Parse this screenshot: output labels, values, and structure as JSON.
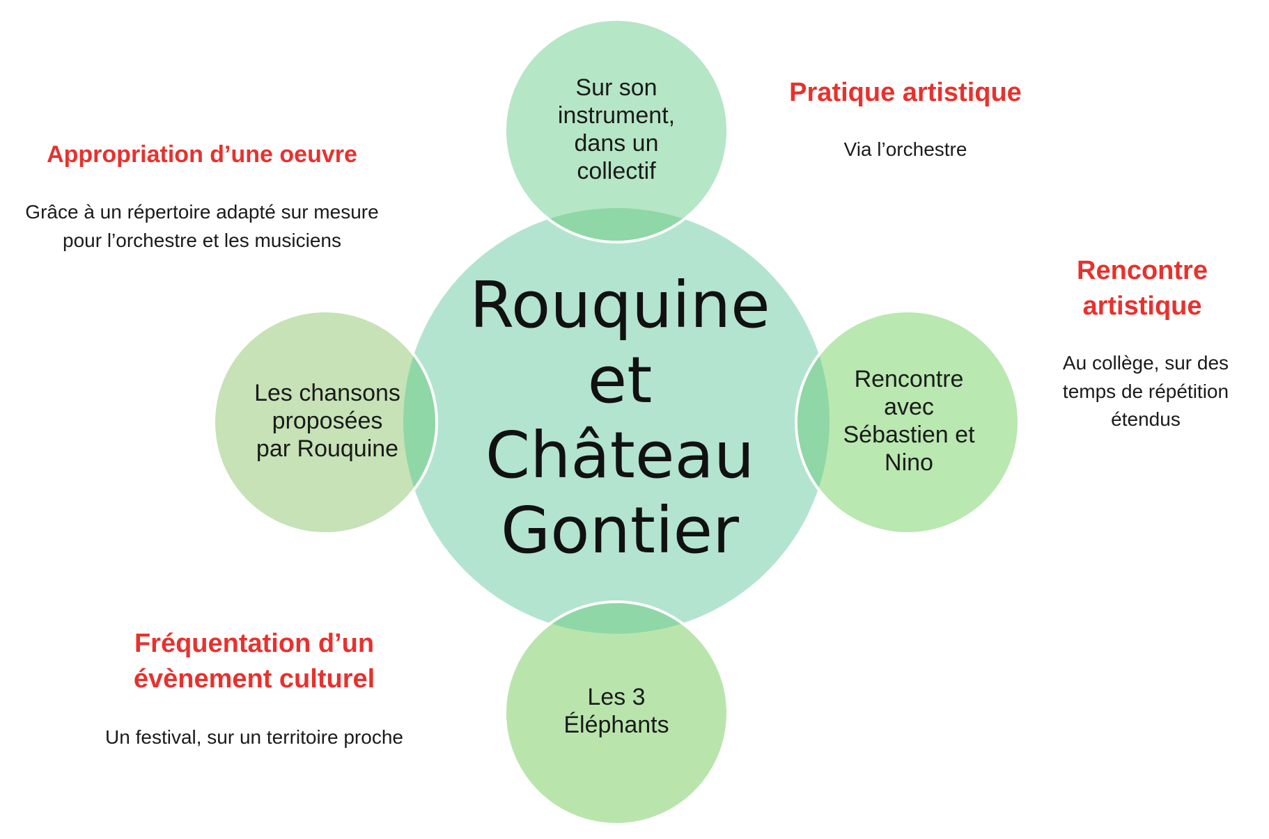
{
  "colors": {
    "center_circle": "#b3e4d0",
    "top_circle": "#b5e6c6",
    "left_circle": "#c6e2b6",
    "right_circle": "#b9e8b0",
    "bottom_circle": "#b9e5ad",
    "overlap": "#8fd7a6",
    "heading": "#e8312d"
  },
  "center": {
    "title": "Rouquine\net\nChâteau\nGontier"
  },
  "circles": {
    "top": "Sur son\ninstrument,\ndans un\ncollectif",
    "left": "Les chansons\nproposées\npar Rouquine",
    "right": "Rencontre\navec\nSébastien et\nNino",
    "bottom": "Les 3\nÉléphants"
  },
  "annotations": {
    "top_right": {
      "heading": "Pratique artistique",
      "text": "Via l’orchestre"
    },
    "top_left": {
      "heading": "Appropriation  d’une oeuvre",
      "text": "Grâce à un répertoire adapté sur mesure pour l’orchestre et les musiciens"
    },
    "right": {
      "heading": "Rencontre artistique",
      "text": "Au collège, sur des temps de répétition étendus"
    },
    "bottom_left": {
      "heading": "Fréquentation d’un évènement culturel",
      "text": "Un festival, sur un territoire proche"
    }
  }
}
